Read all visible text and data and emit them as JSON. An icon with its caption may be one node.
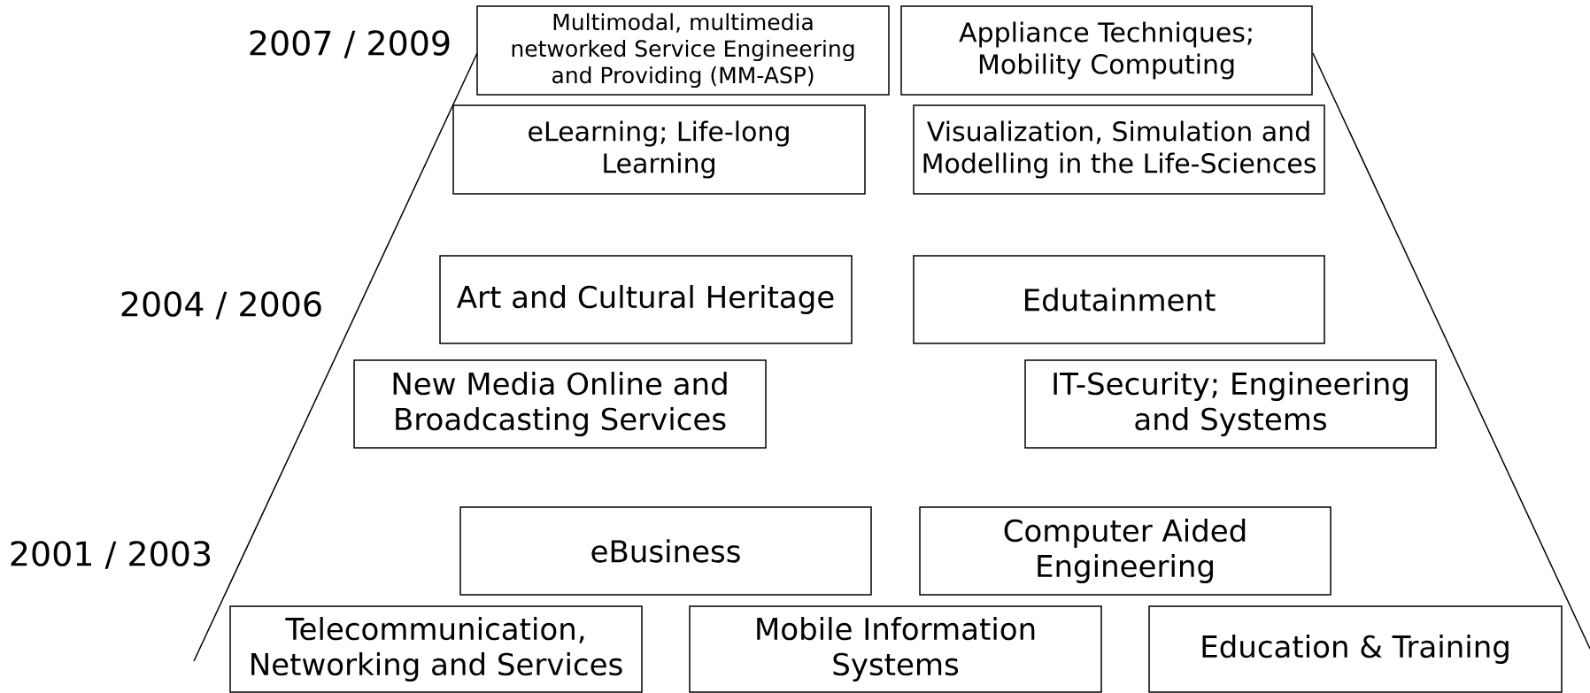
{
  "diagram": {
    "nodes": [
      {
        "text": [
          "Multimodal, multimedia networked Service Engineering and Providing (MM-ASP)"
        ]
      },
      {
        "text": [
          "Appliance Techniques; Mobility Computing"
        ]
      },
      {
        "text": [
          "eLearning; Life-long Learning"
        ]
      },
      {
        "text": [
          "Visualization, Simulation and Modelling in the Life-Sciences"
        ]
      },
      {
        "text": [
          "Art and Cultural Heritage"
        ]
      },
      {
        "text": [
          "Edutainment"
        ]
      },
      {
        "text": [
          "New Media Online and Broadcasting Services"
        ]
      },
      {
        "text": [
          "IT-Security; Engineering and Systems"
        ]
      },
      {
        "text": [
          "eBusiness"
        ]
      },
      {
        "text": [
          "Computer Aided Engineering"
        ]
      },
      {
        "text": [
          "Telecommunication, Networking and Services"
        ]
      },
      {
        "text": [
          "Mobile Information Systems"
        ]
      },
      {
        "text": [
          "Education & Training"
        ]
      }
    ],
    "labels": [
      "2007 / 2009",
      "2004 / 2006",
      "2001 / 2003"
    ]
  }
}
